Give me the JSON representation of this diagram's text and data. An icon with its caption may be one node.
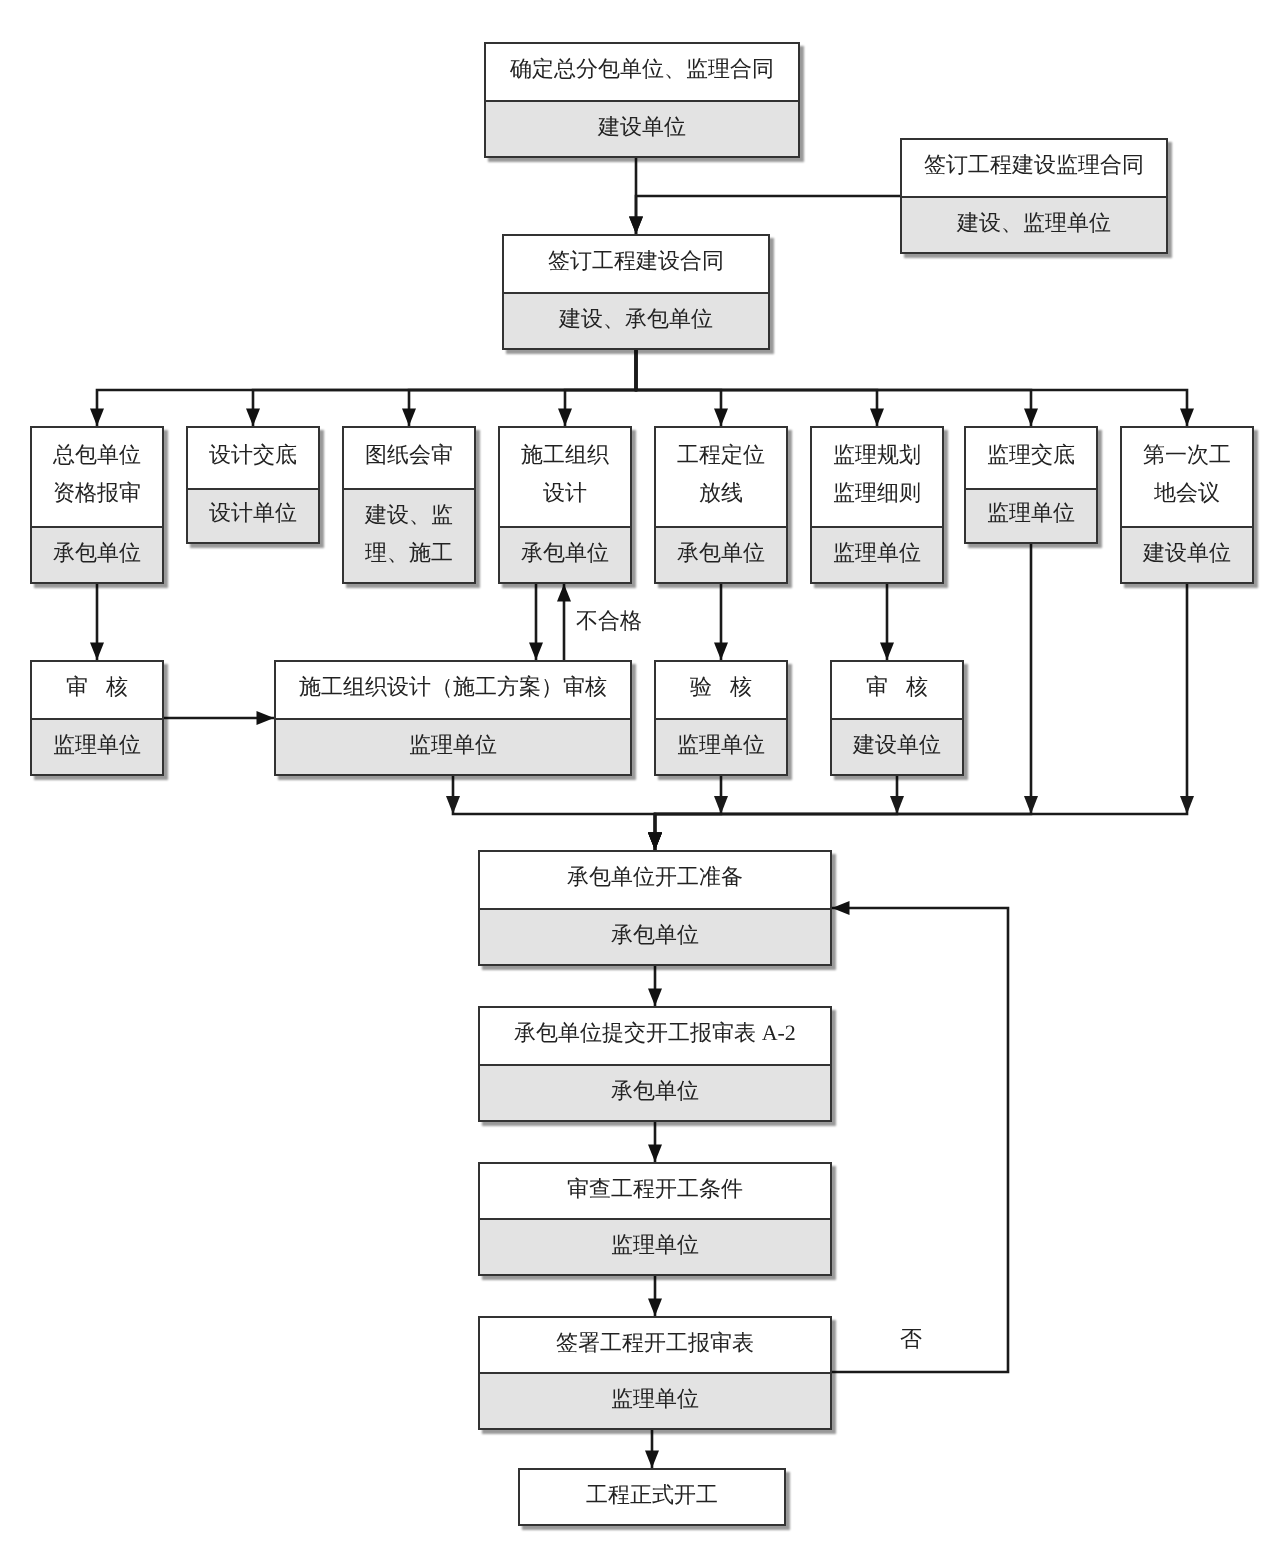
{
  "diagram": {
    "nodes": [
      {
        "text": [
          "确定总分包单位、监理合同",
          "建设单位"
        ]
      },
      {
        "text": [
          "签订工程建设监理合同",
          "建设、监理单位"
        ]
      },
      {
        "text": [
          "签订工程建设合同",
          "建设、承包单位"
        ]
      },
      {
        "text": [
          "总包单位资格报审",
          "承包单位"
        ]
      },
      {
        "text": [
          "设计交底",
          "设计单位"
        ]
      },
      {
        "text": [
          "图纸会审",
          "建设、监理、施工"
        ]
      },
      {
        "text": [
          "施工组织设计",
          "承包单位"
        ]
      },
      {
        "text": [
          "工程定位放线",
          "承包单位"
        ]
      },
      {
        "text": [
          "监理规划监理细则",
          "监理单位"
        ]
      },
      {
        "text": [
          "监理交底",
          "监理单位"
        ]
      },
      {
        "text": [
          "第一次工地会议",
          "建设单位"
        ]
      },
      {
        "text": [
          "审核",
          "监理单位"
        ]
      },
      {
        "text": [
          "施工组织设计（施工方案）审核",
          "监理单位"
        ]
      },
      {
        "text": [
          "验核",
          "监理单位"
        ]
      },
      {
        "text": [
          "审核",
          "建设单位"
        ]
      },
      {
        "text": [
          "承包单位开工准备",
          "承包单位"
        ]
      },
      {
        "text": [
          "承包单位提交开工报审表 A-2",
          "承包单位"
        ]
      },
      {
        "text": [
          "审查工程开工条件",
          "监理单位"
        ]
      },
      {
        "text": [
          "签署工程开工报审表",
          "监理单位"
        ]
      },
      {
        "text": [
          "工程正式开工"
        ]
      }
    ],
    "edges": [
      {
        "from": 0,
        "to": 2,
        "arrow": "to"
      },
      {
        "from": 1,
        "to": 2,
        "arrow": "to"
      },
      {
        "from": 2,
        "to": 3,
        "arrow": "to"
      },
      {
        "from": 2,
        "to": 4,
        "arrow": "to"
      },
      {
        "from": 2,
        "to": 5,
        "arrow": "to"
      },
      {
        "from": 2,
        "to": 6,
        "arrow": "to"
      },
      {
        "from": 2,
        "to": 7,
        "arrow": "to"
      },
      {
        "from": 2,
        "to": 8,
        "arrow": "to"
      },
      {
        "from": 2,
        "to": 9,
        "arrow": "to"
      },
      {
        "from": 2,
        "to": 10,
        "arrow": "to"
      },
      {
        "from": 3,
        "to": 11,
        "arrow": "to"
      },
      {
        "from": 6,
        "to": 12,
        "arrow": "to"
      },
      {
        "from": 12,
        "to": 6,
        "arrow": "to",
        "label": "不合格"
      },
      {
        "from": 7,
        "to": 13,
        "arrow": "to"
      },
      {
        "from": 8,
        "to": 14,
        "arrow": "to"
      },
      {
        "from": 11,
        "to": 12,
        "arrow": "to"
      },
      {
        "from": 12,
        "to": 15,
        "arrow": "to"
      },
      {
        "from": 13,
        "to": 15,
        "arrow": "to"
      },
      {
        "from": 14,
        "to": 15,
        "arrow": "to"
      },
      {
        "from": 9,
        "to": 15,
        "arrow": "to"
      },
      {
        "from": 10,
        "to": 15,
        "arrow": "to"
      },
      {
        "from": 15,
        "to": 16,
        "arrow": "to"
      },
      {
        "from": 16,
        "to": 17,
        "arrow": "to"
      },
      {
        "from": 17,
        "to": 18,
        "arrow": "to"
      },
      {
        "from": 18,
        "to": 19,
        "arrow": "to"
      },
      {
        "from": 18,
        "to": 15,
        "arrow": "to",
        "label": "否"
      }
    ]
  }
}
